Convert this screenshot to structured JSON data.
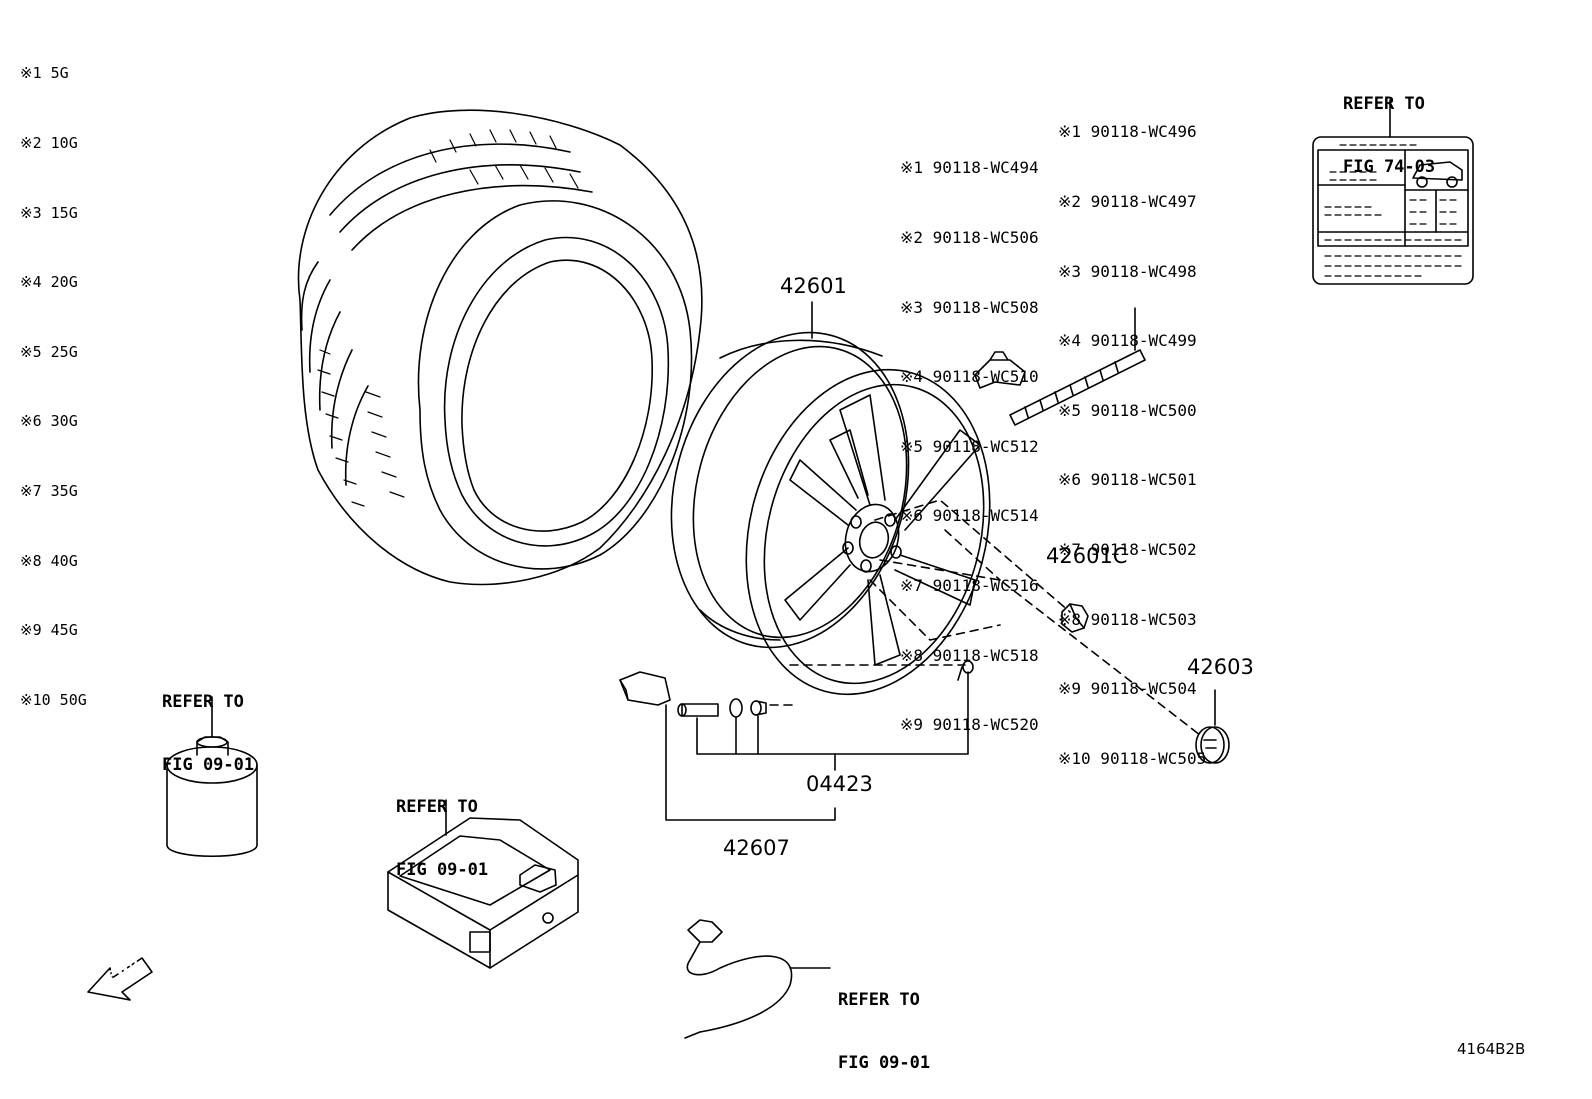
{
  "weight_legend": [
    "※1 5G",
    "※2 10G",
    "※3 15G",
    "※4 20G",
    "※5 25G",
    "※6 30G",
    "※7 35G",
    "※8 40G",
    "※9 45G",
    "※10 50G"
  ],
  "weight_list_left": [
    "※1 90118-WC494",
    "※2 90118-WC506",
    "※3 90118-WC508",
    "※4 90118-WC510",
    "※5 90118-WC512",
    "※6 90118-WC514",
    "※7 90118-WC516",
    "※8 90118-WC518",
    "※9 90118-WC520"
  ],
  "weight_list_right": [
    "※1 90118-WC496",
    "※2 90118-WC497",
    "※3 90118-WC498",
    "※4 90118-WC499",
    "※5 90118-WC500",
    "※6 90118-WC501",
    "※7 90118-WC502",
    "※8 90118-WC503",
    "※9 90118-WC504",
    "※10 90118-WC505"
  ],
  "refer": {
    "label_plate": [
      "REFER TO",
      "FIG 74-03"
    ],
    "oil_filter": [
      "REFER TO",
      "FIG 09-01"
    ],
    "compressor": [
      "REFER TO",
      "FIG 09-01"
    ],
    "hose": [
      "REFER TO",
      "FIG 09-01"
    ]
  },
  "parts": {
    "wheel": "42601",
    "hub_nut": "42601C",
    "ornament": "42603",
    "valve_kit": "04423",
    "pressure_sensor": "42607"
  },
  "direction_arrow": "FWD",
  "figure_code": "4164B2B"
}
